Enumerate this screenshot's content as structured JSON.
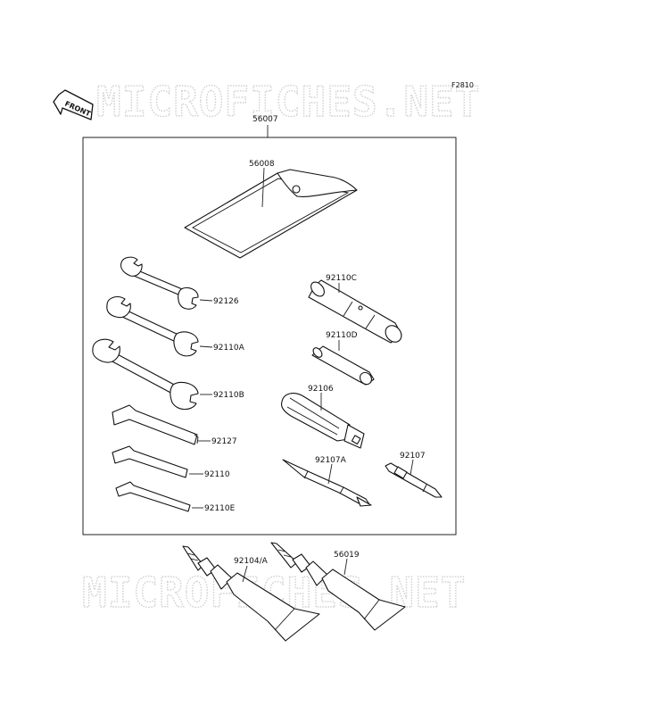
{
  "diagram": {
    "figure_code": "F2810",
    "front_label": "FRONT",
    "watermark_text": "MICROFICHES.NET",
    "parts": {
      "kit": "56007",
      "bag": "56008",
      "wrench_small": "92126",
      "wrench_mid": "92110A",
      "wrench_large": "92110B",
      "hex_large": "92127",
      "hex_mid": "92110",
      "hex_small": "92110E",
      "box_spanner": "92110C",
      "plug_spanner": "92110D",
      "handle": "92106",
      "screwdriver_a": "92107A",
      "screwdriver_b": "92107",
      "grease_a": "92104/A",
      "grease_b": "56019"
    }
  }
}
